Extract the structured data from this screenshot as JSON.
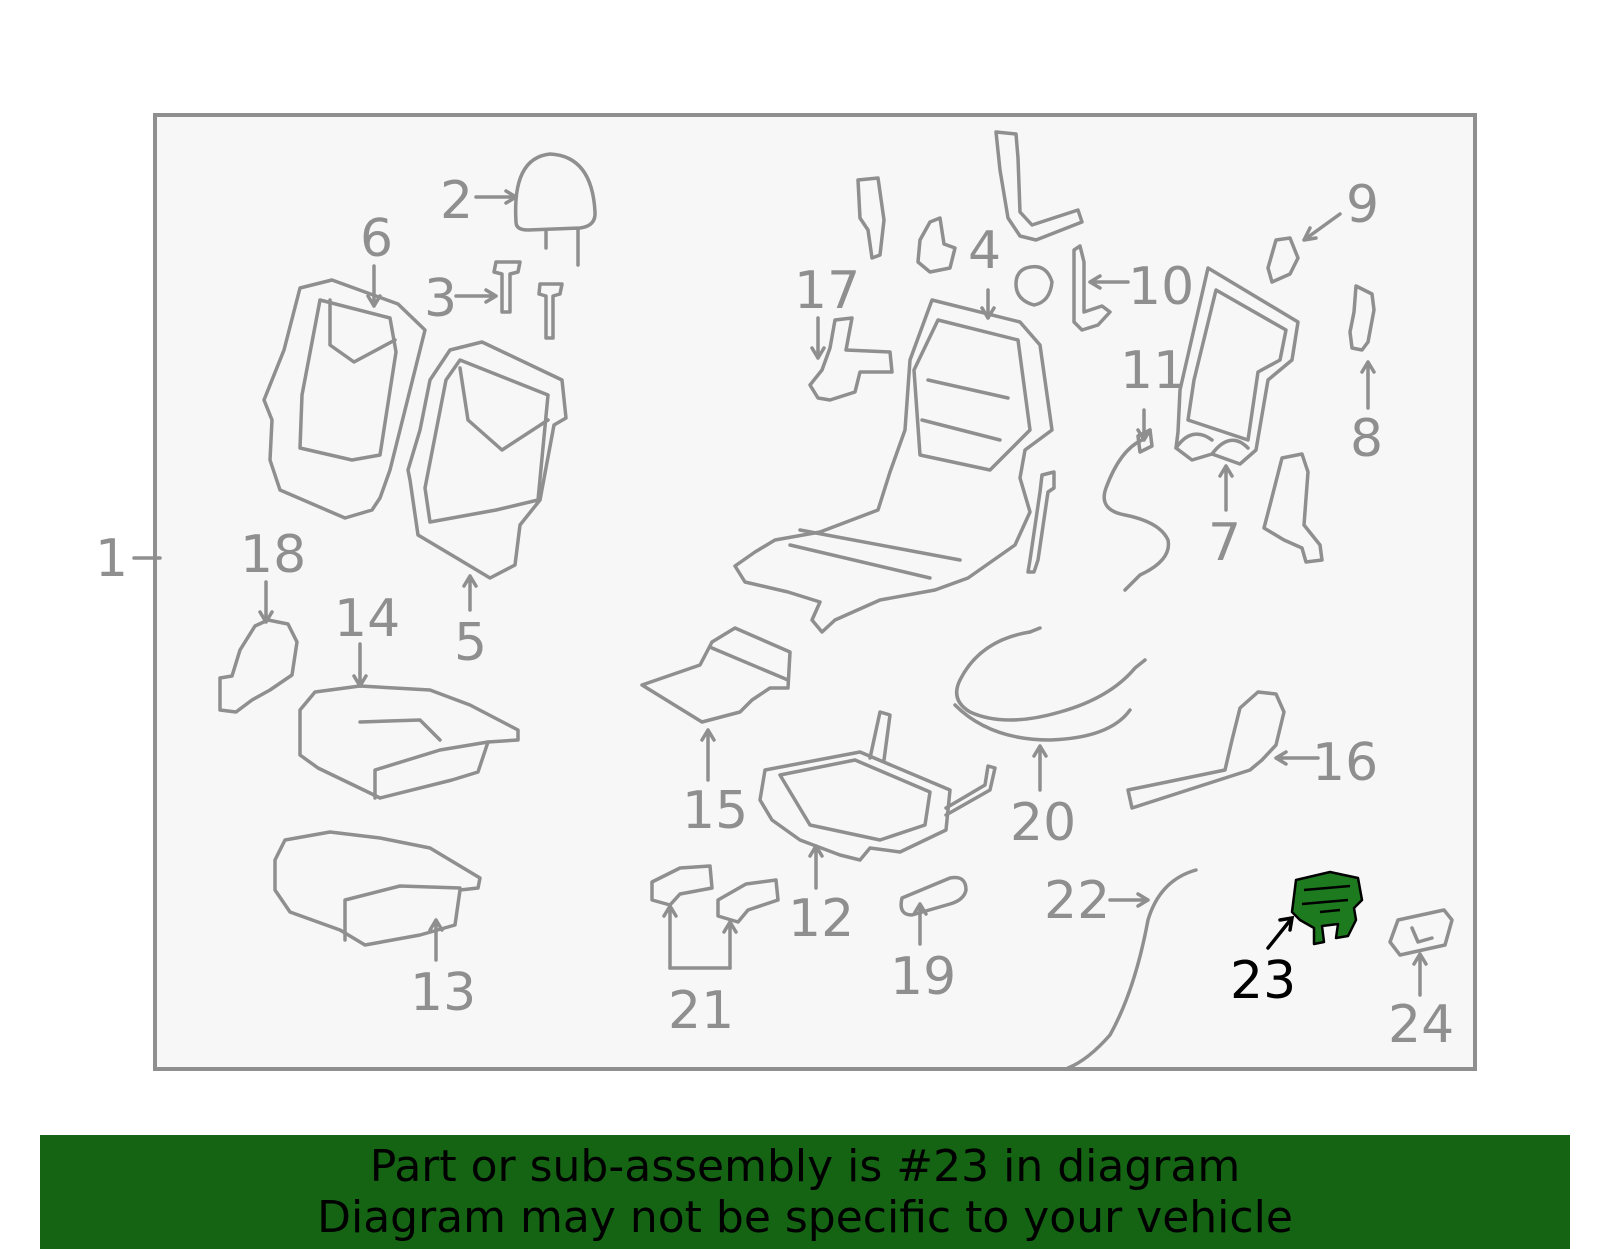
{
  "colors": {
    "part_gray": "#8f8f8f",
    "frame_bg": "#f7f7f7",
    "highlight_fill": "#1e7a1e",
    "highlight_stroke": "#000000",
    "banner_bg": "#146414",
    "label_highlight": "#000000"
  },
  "diagram": {
    "labels": [
      "1",
      "2",
      "3",
      "4",
      "5",
      "6",
      "7",
      "8",
      "9",
      "10",
      "11",
      "12",
      "13",
      "14",
      "15",
      "16",
      "17",
      "18",
      "19",
      "20",
      "21",
      "22",
      "23",
      "24"
    ],
    "highlighted_part": "23"
  },
  "banner": {
    "line1": "Part or sub-assembly is #23 in diagram",
    "line2": "Diagram may not be specific to your vehicle"
  }
}
